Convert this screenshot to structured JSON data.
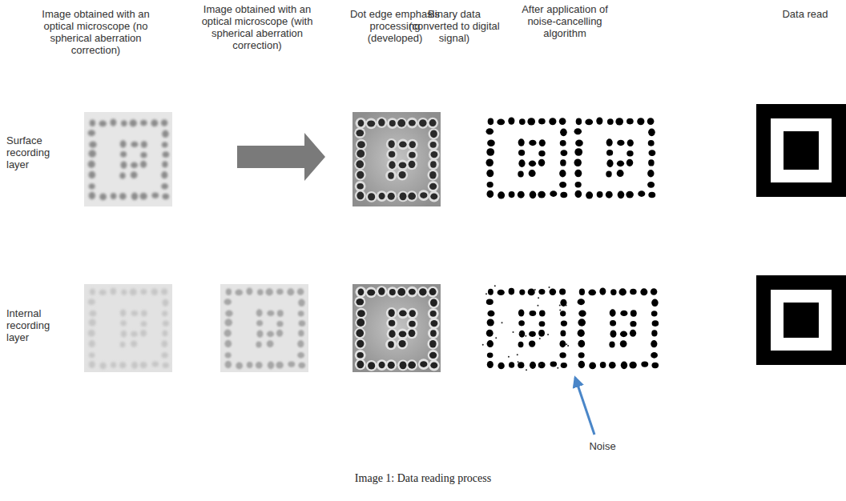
{
  "diagram": {
    "caption": "Image 1: Data reading process",
    "labels": [
      "Image obtained with an optical microscope (no spherical aberration correction)",
      "Image obtained with an optical microscope (with spherical aberration correction)",
      "Dot edge emphasis processing (developed)",
      "Binary data (converted to digital signal)",
      "After application of noise-cancelling algorithm",
      "Data read",
      "Surface recording layer",
      "Internal recording layer",
      "Noise"
    ]
  }
}
